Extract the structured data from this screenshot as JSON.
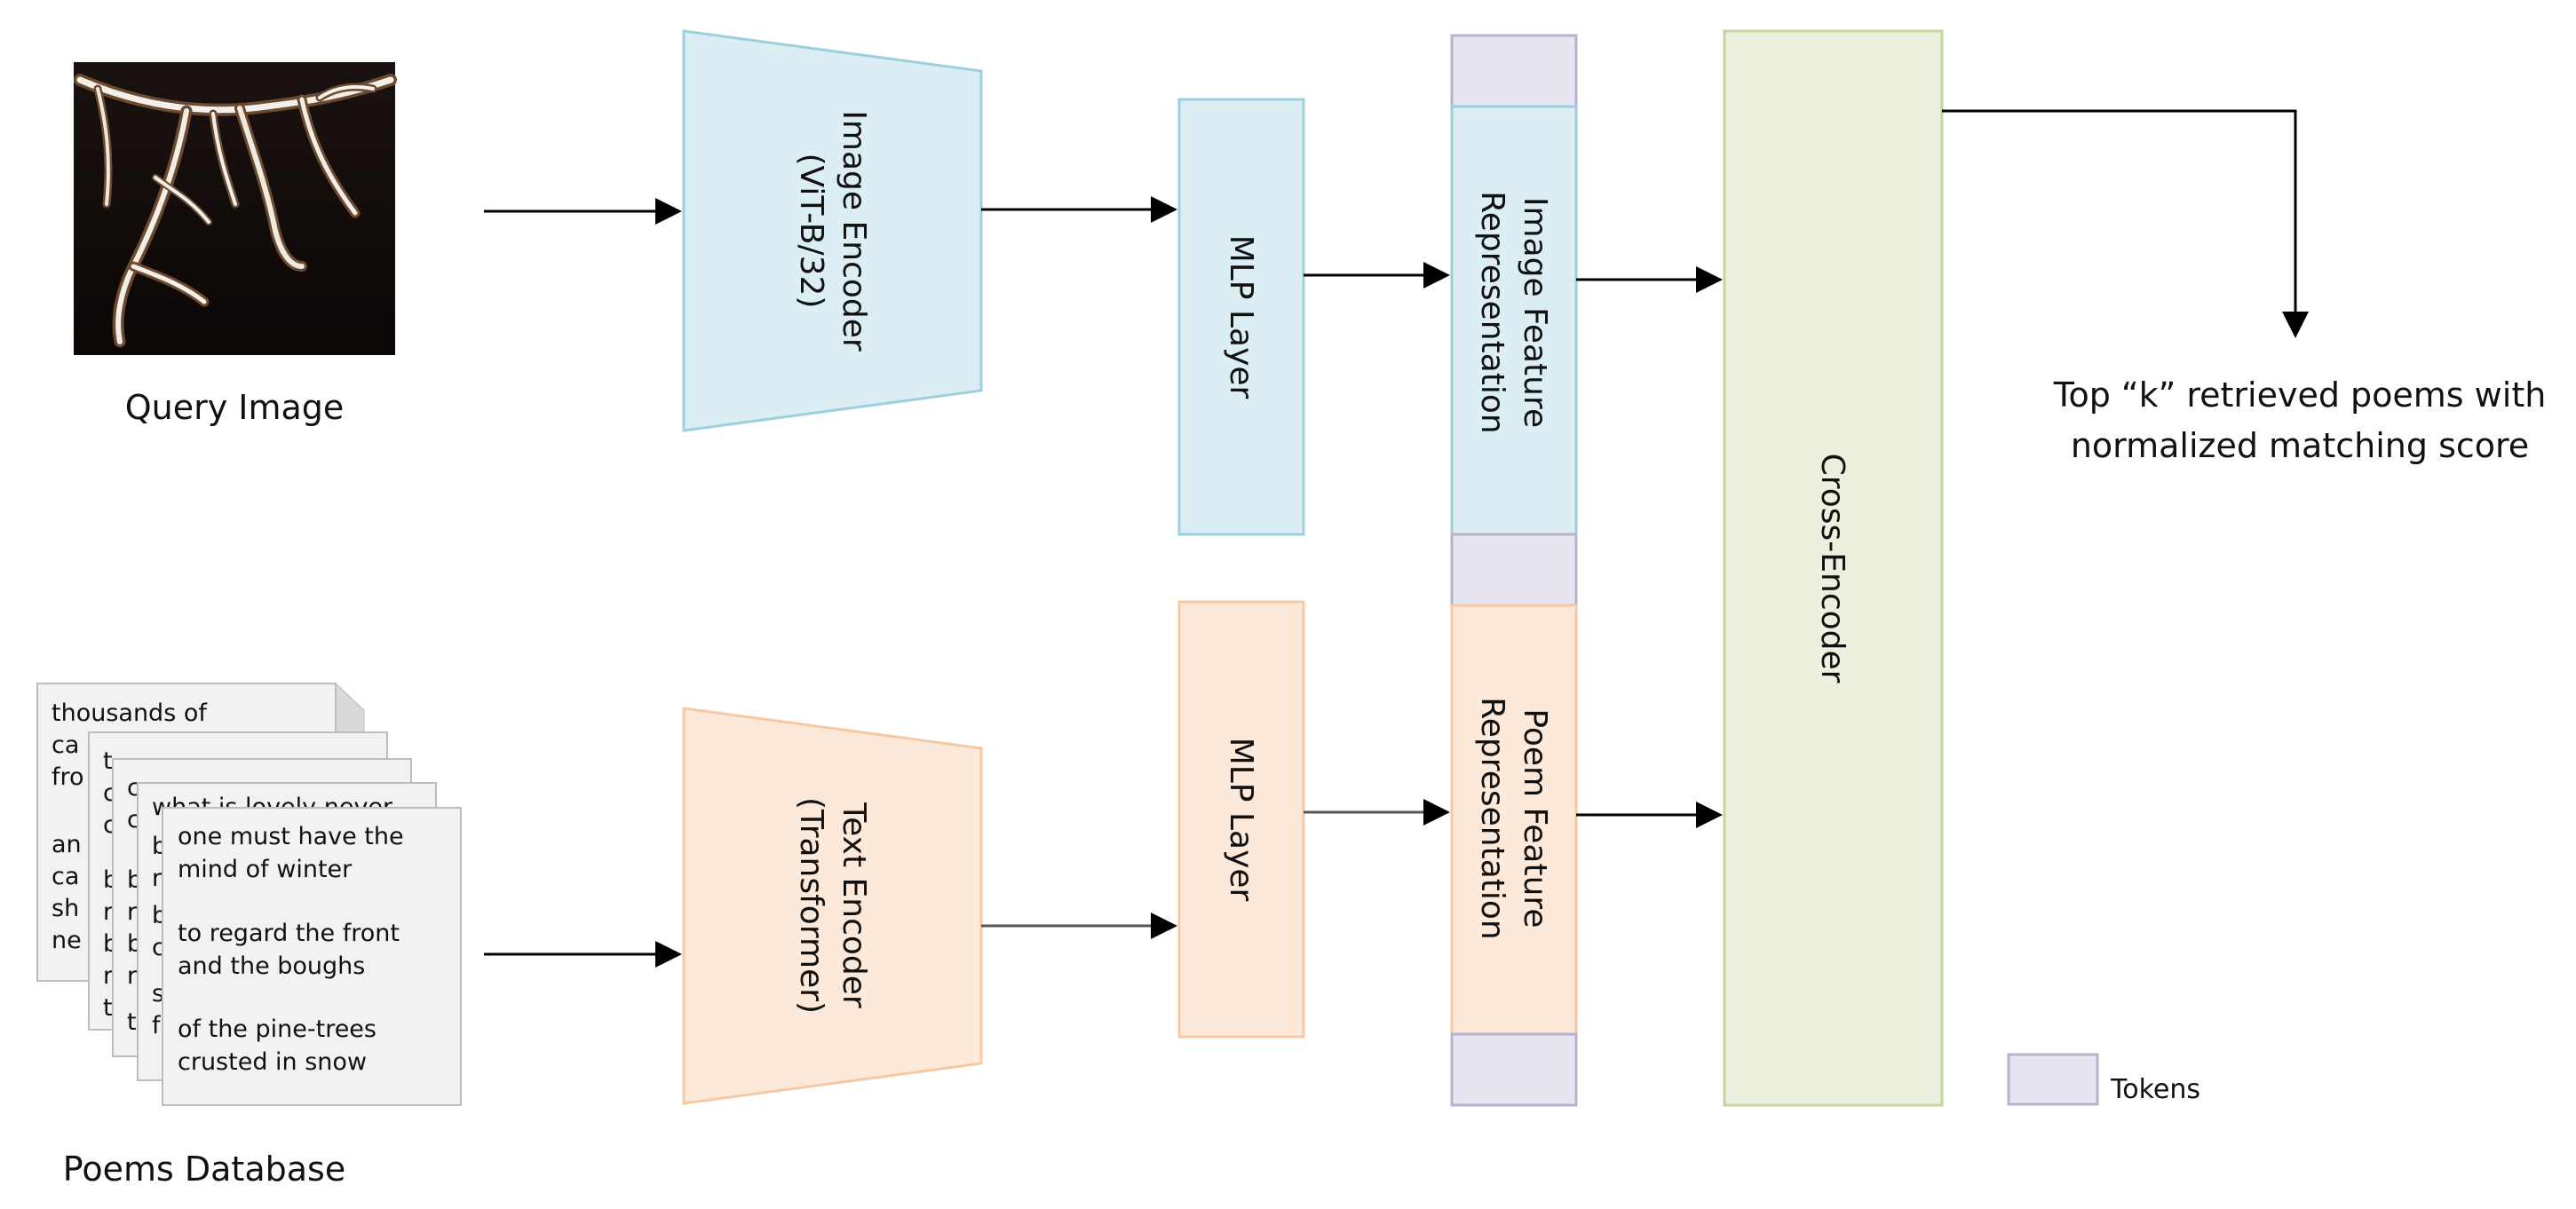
{
  "query_image": {
    "caption": "Query Image"
  },
  "poems_database": {
    "caption": "Poems Database",
    "front_poem": {
      "lines": [
        "one must have the",
        "mind of winter",
        "to regard the front",
        "and the boughs",
        "of the pine-trees",
        "crusted in snow"
      ]
    },
    "back_poem_fragments": {
      "card1": [
        "thousands of",
        "ca",
        "fro",
        "an",
        "ca",
        "sh",
        "ne"
      ],
      "card2": [
        "t",
        "c",
        "c",
        "b",
        "r",
        "b",
        "r",
        "t"
      ],
      "card3": [
        "c",
        "c",
        "b",
        "r",
        "b",
        "r",
        "t"
      ],
      "card4": [
        "what is lovely never",
        "b",
        "r",
        "b",
        "c",
        "s",
        "f"
      ]
    }
  },
  "image_encoder": {
    "line1": "Image Encoder",
    "line2": "(ViT-B/32)"
  },
  "text_encoder": {
    "line1": "Text Encoder",
    "line2": "(Transformer)"
  },
  "mlp_top": {
    "label": "MLP Layer"
  },
  "mlp_bottom": {
    "label": "MLP Layer"
  },
  "image_feature": {
    "line1": "Image Feature",
    "line2": "Representation"
  },
  "poem_feature": {
    "line1": "Poem Feature",
    "line2": "Representation"
  },
  "cross_encoder": {
    "label": "Cross-Encoder"
  },
  "output": {
    "line1": "Top “k” retrieved poems with",
    "line2": "normalized matching score"
  },
  "legend": {
    "tokens_label": "Tokens"
  },
  "colors": {
    "blue_fill": "#daeef3",
    "blue_stroke": "#9dcfdf",
    "orange_fill": "#fde9d9",
    "orange_stroke": "#f6c9a4",
    "green_fill": "#ebf1de",
    "green_stroke": "#c3d69b",
    "token_fill": "#e8e4f0",
    "token_stroke": "#b9b2cc",
    "arrow": "#000000"
  }
}
